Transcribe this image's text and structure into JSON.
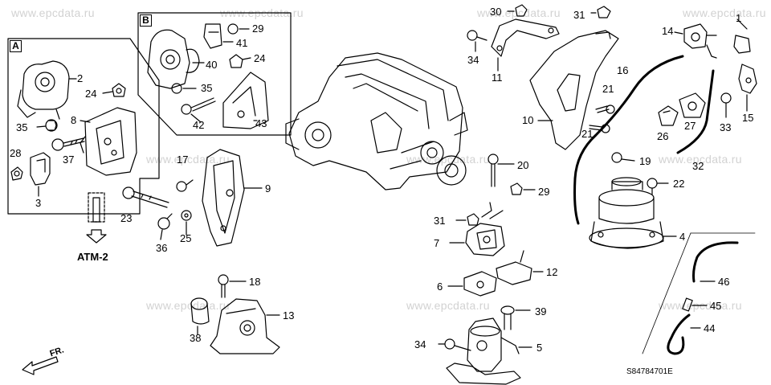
{
  "watermark": "www.epcdata.ru",
  "groups": {
    "a": "A",
    "b": "B"
  },
  "atm_label": "ATM-2",
  "fr_label": "FR.",
  "diagram_code": "S84784701E",
  "parts": {
    "p1": "1",
    "p2": "2",
    "p3": "3",
    "p4": "4",
    "p5": "5",
    "p6": "6",
    "p7": "7",
    "p8": "8",
    "p9": "9",
    "p10": "10",
    "p11": "11",
    "p12": "12",
    "p13": "13",
    "p14": "14",
    "p15": "15",
    "p16": "16",
    "p17": "17",
    "p18": "18",
    "p19": "19",
    "p20": "20",
    "p21a": "21",
    "p21b": "21",
    "p22": "22",
    "p23": "23",
    "p24a": "24",
    "p24b": "24",
    "p25": "25",
    "p26": "26",
    "p27": "27",
    "p28": "28",
    "p29a": "29",
    "p29b": "29",
    "p30": "30",
    "p31a": "31",
    "p31b": "31",
    "p32": "32",
    "p33": "33",
    "p34a": "34",
    "p34b": "34",
    "p35a": "35",
    "p35b": "35",
    "p36": "36",
    "p37": "37",
    "p38": "38",
    "p39": "39",
    "p40": "40",
    "p41": "41",
    "p42": "42",
    "p43": "43",
    "p44": "44",
    "p45": "45",
    "p46": "46"
  }
}
